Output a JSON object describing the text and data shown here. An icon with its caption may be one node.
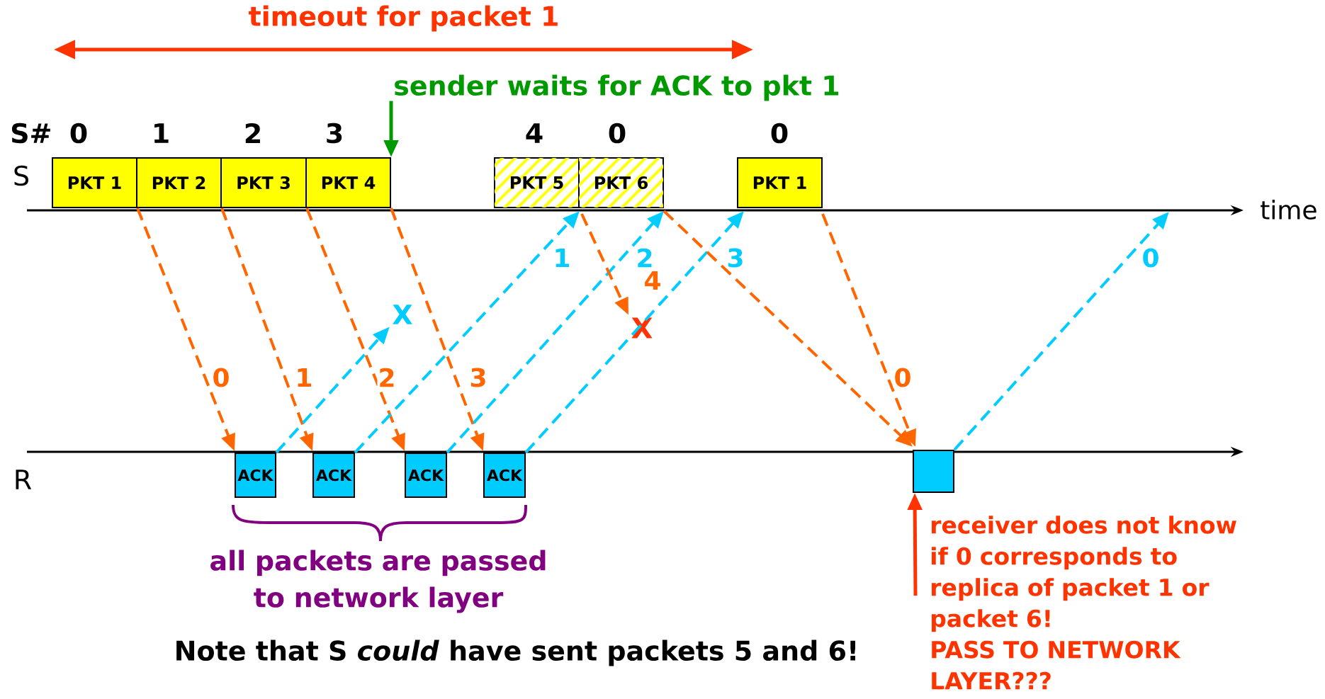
{
  "diagram": {
    "nodes": [
      {
        "text": [
          "PKT 1"
        ]
      },
      {
        "text": [
          "PKT 2"
        ]
      },
      {
        "text": [
          "PKT 3"
        ]
      },
      {
        "text": [
          "PKT 4"
        ]
      },
      {
        "text": [
          "PKT 5"
        ]
      },
      {
        "text": [
          "PKT 6"
        ]
      },
      {
        "text": [
          "PKT 1"
        ]
      },
      {
        "text": [
          "ACK"
        ]
      },
      {
        "text": [
          "ACK"
        ]
      },
      {
        "text": [
          "ACK"
        ]
      },
      {
        "text": [
          "ACK"
        ]
      },
      {
        "text": [],
        "shape": "box"
      },
      {
        "text": [
          "receiver does not know if 0 corresponds to replica of packet 1 or packet 6!",
          "PASS TO NETWORK LAYER???"
        ]
      },
      {
        "text": [
          "X"
        ]
      },
      {
        "text": [
          "X"
        ]
      },
      {
        "text": [
          "sender waits for ACK to pkt 1"
        ]
      }
    ],
    "edges": [
      {
        "from": 0,
        "to": 7,
        "arrow": "to",
        "label": "0",
        "style": "dashed"
      },
      {
        "from": 1,
        "to": 8,
        "arrow": "to",
        "label": "1",
        "style": "dashed"
      },
      {
        "from": 2,
        "to": 9,
        "arrow": "to",
        "label": "2",
        "style": "dashed"
      },
      {
        "from": 3,
        "to": 10,
        "arrow": "to",
        "label": "3",
        "style": "dashed"
      },
      {
        "from": 7,
        "to": 13,
        "arrow": "to",
        "style": "dashed",
        "color": "#00ccff"
      },
      {
        "from": 8,
        "to": 4,
        "arrow": "to",
        "label": "1",
        "style": "dashed",
        "color": "#00ccff"
      },
      {
        "from": 9,
        "to": 5,
        "arrow": "to",
        "label": "2",
        "style": "dashed",
        "color": "#00ccff"
      },
      {
        "from": 10,
        "to": 6,
        "arrow": "to",
        "label": "3",
        "style": "dashed",
        "color": "#00ccff"
      },
      {
        "from": 5,
        "to": 14,
        "arrow": "to",
        "label": "4",
        "style": "dashed"
      },
      {
        "from": 5,
        "to": 11,
        "arrow": "to",
        "style": "dashed"
      },
      {
        "from": 6,
        "to": 11,
        "arrow": "to",
        "label": "0",
        "style": "dashed"
      },
      {
        "from": 11,
        "to": null,
        "arrow": "to",
        "label": "0",
        "style": "dashed",
        "color": "#00ccff"
      },
      {
        "from": 12,
        "to": 11,
        "arrow": "to",
        "color": "#ff3300"
      },
      {
        "from": 15,
        "to": 3,
        "arrow": "to",
        "color": "#009900"
      }
    ],
    "labels": [
      "timeout for packet 1",
      "S#",
      "0",
      "1",
      "2",
      "3",
      "4",
      "0",
      "0",
      "S",
      "time",
      "R",
      "all packets are passed to network layer",
      "Note that S *could* have sent packets 5 and 6!"
    ]
  }
}
